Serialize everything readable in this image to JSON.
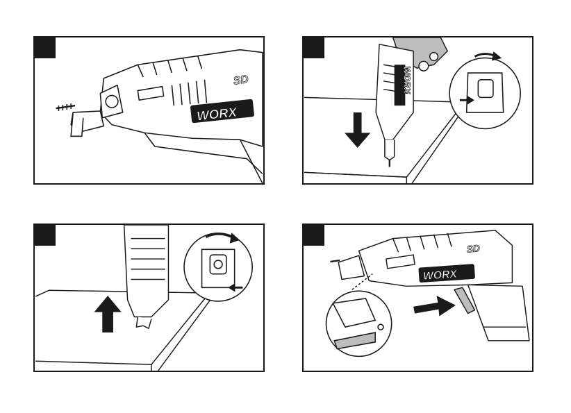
{
  "steps": [
    {
      "brand": "WORX",
      "model": "SD",
      "icon": "screwdriver-side-view"
    },
    {
      "brand": "WORX",
      "arrow": "down-arrow",
      "detail": "bit-holder-rotate-detail"
    },
    {
      "arrow": "up-arrow",
      "detail": "bit-holder-rotate-detail"
    },
    {
      "brand": "WORX",
      "model": "SD",
      "arrow": "right-arrow",
      "detail": "screw-magazine-detail"
    }
  ],
  "colors": {
    "ink": "#1a1a1a",
    "paper": "#ffffff",
    "shade": "#bdbdbd"
  }
}
